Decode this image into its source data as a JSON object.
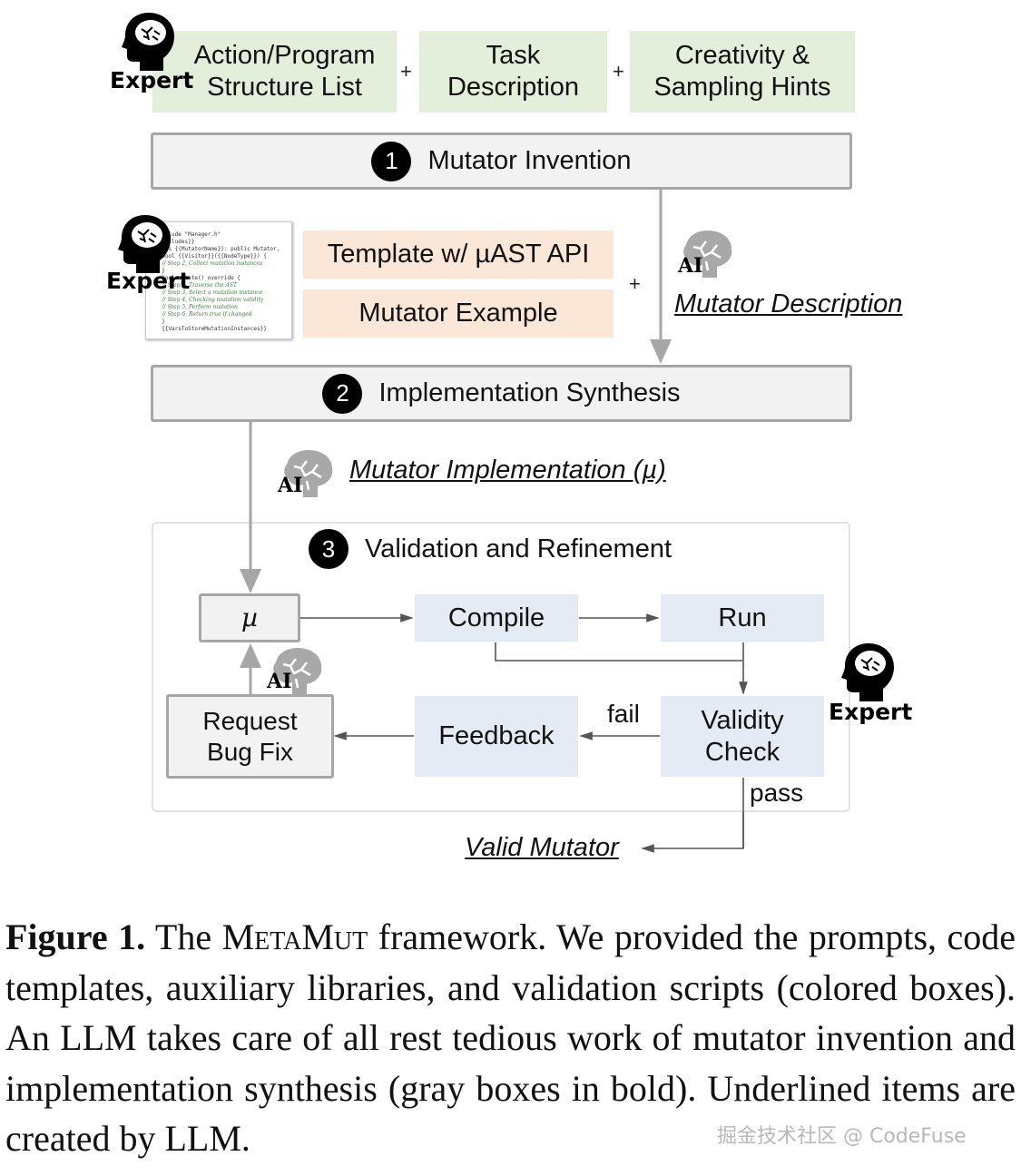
{
  "figure": {
    "inputs_top": [
      {
        "label_line1": "Action/Program",
        "label_line2": "Structure List",
        "color": "#e3efdb"
      },
      {
        "label_line1": "Task",
        "label_line2": "Description",
        "color": "#e3efdb"
      },
      {
        "label_line1": "Creativity &",
        "label_line2": "Sampling Hints",
        "color": "#e3efdb"
      }
    ],
    "plus": "+",
    "roles": {
      "expert": "Expert",
      "ai": "AI"
    },
    "steps": [
      {
        "number": "1",
        "title": "Mutator Invention"
      },
      {
        "number": "2",
        "title": "Implementation Synthesis"
      },
      {
        "number": "3",
        "title": "Validation and Refinement"
      }
    ],
    "inputs_mid": [
      {
        "label": "Template w/ µAST API",
        "color": "#fae7d8"
      },
      {
        "label": "Mutator Example",
        "color": "#fae7d8"
      }
    ],
    "code_snippet": {
      "lines": [
        {
          "text": "#include \"Manager.h\"",
          "kind": "code"
        },
        {
          "text": "{{Includes}}",
          "kind": "code"
        },
        {
          "text": "class {{MutatorName}}: public Mutator,",
          "kind": "code"
        },
        {
          "text": "  bool {{Visitor}}({{NodeType}}) {",
          "kind": "code"
        },
        {
          "text": "    // Step 2, Collect mutation instances",
          "kind": "comment"
        },
        {
          "text": "  }",
          "kind": "code"
        },
        {
          "text": "  bool mutate() override {",
          "kind": "code"
        },
        {
          "text": "    // Step 1, Traverse the AST",
          "kind": "comment"
        },
        {
          "text": "    // Step 3, Select a mutation instance",
          "kind": "comment"
        },
        {
          "text": "    // Step 4, Checking mutation validity",
          "kind": "comment"
        },
        {
          "text": "    // Step 5, Perform mutation",
          "kind": "comment"
        },
        {
          "text": "    // Step 6, Return true if changed",
          "kind": "comment"
        },
        {
          "text": "  }",
          "kind": "code"
        },
        {
          "text": "  {{VarsToStoreMutationInstances}}",
          "kind": "code"
        }
      ]
    },
    "llm_outputs": {
      "mutator_description": "Mutator Description",
      "mutator_implementation": "Mutator Implementation (µ)",
      "valid_mutator": "Valid Mutator"
    },
    "loop": {
      "mu": "µ",
      "compile": "Compile",
      "run": "Run",
      "validity_line1": "Validity",
      "validity_line2": "Check",
      "feedback": "Feedback",
      "request_line1": "Request",
      "request_line2": "Bug Fix",
      "fail": "fail",
      "pass": "pass",
      "box_color": "#e4ebf5"
    }
  },
  "caption": {
    "figure_label": "Figure 1.",
    "the": "The",
    "system_name": "MetaMut",
    "text": "framework. We provided the prompts, code templates, auxiliary libraries, and validation scripts (colored boxes). An LLM takes care of all rest tedious work of mutator invention and implementation synthesis (gray boxes in bold). Underlined items are created by LLM."
  },
  "watermark": "掘金技术社区 @ CodeFuse"
}
